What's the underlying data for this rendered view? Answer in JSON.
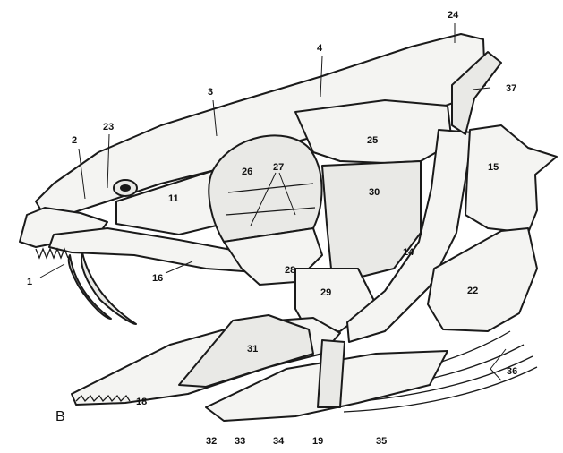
{
  "figure": {
    "panel_letter": "B",
    "labels": [
      "1",
      "2",
      "3",
      "4",
      "11",
      "14",
      "15",
      "16",
      "18",
      "19",
      "22",
      "23",
      "24",
      "25",
      "26",
      "27",
      "28",
      "29",
      "30",
      "31",
      "32",
      "33",
      "34",
      "35",
      "36",
      "37"
    ]
  }
}
